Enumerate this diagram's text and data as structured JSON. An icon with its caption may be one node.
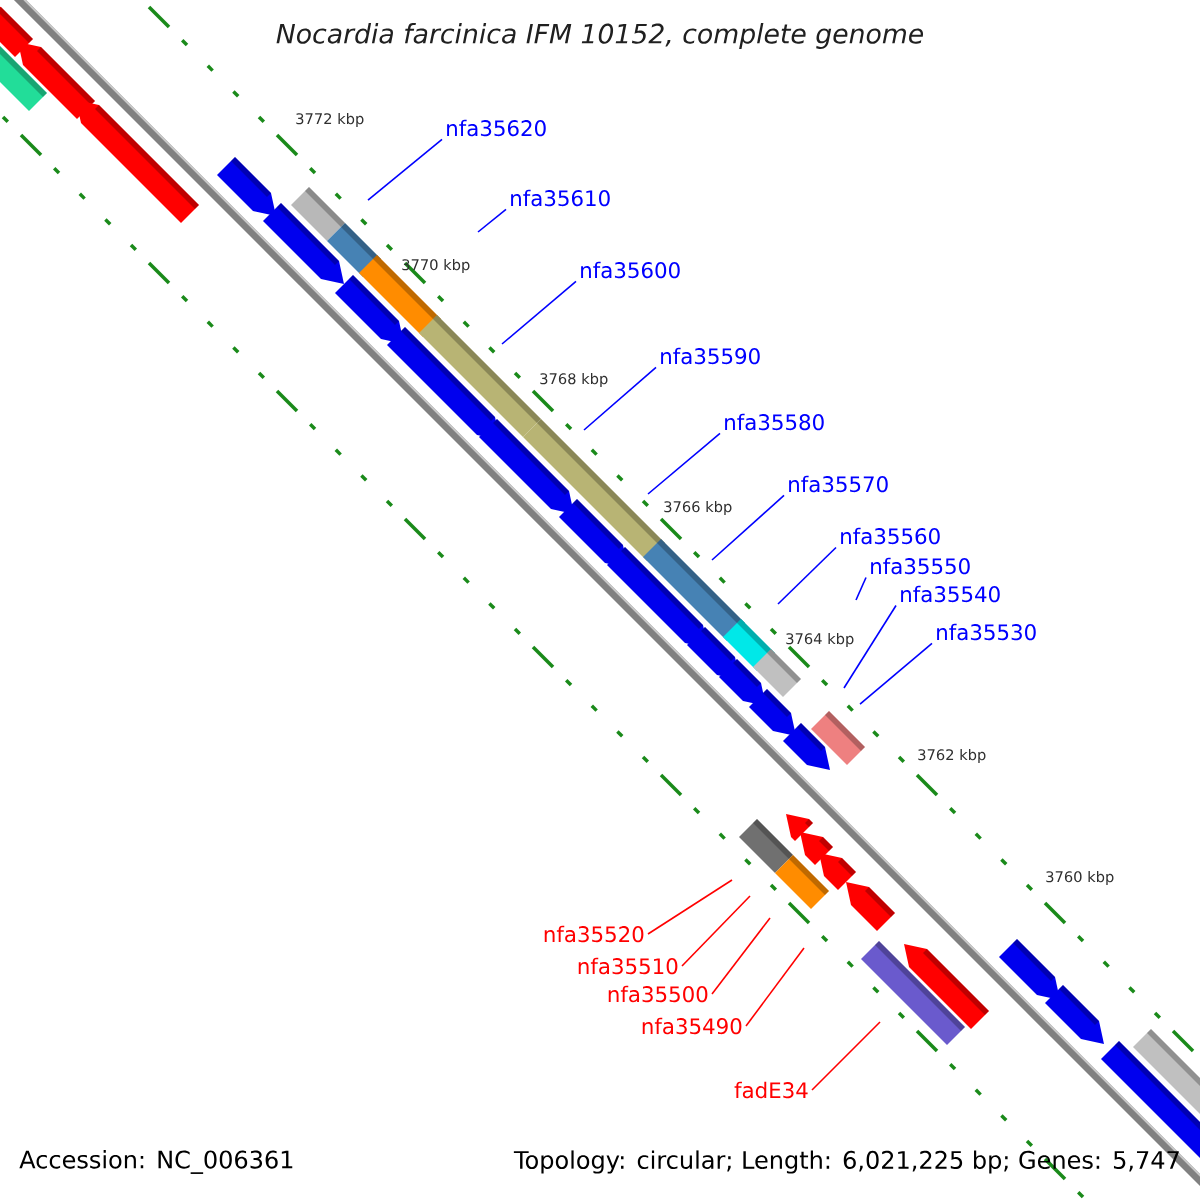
{
  "diagram": {
    "title": "Nocardia farcinica IFM 10152, complete genome",
    "nodes": [
      {
        "text": [
          "nfa35620"
        ]
      },
      {
        "text": [
          "nfa35610"
        ]
      },
      {
        "text": [
          "nfa35600"
        ]
      },
      {
        "text": [
          "nfa35590"
        ]
      },
      {
        "text": [
          "nfa35580"
        ]
      },
      {
        "text": [
          "nfa35570"
        ]
      },
      {
        "text": [
          "nfa35560"
        ]
      },
      {
        "text": [
          "nfa35550"
        ]
      },
      {
        "text": [
          "nfa35540"
        ]
      },
      {
        "text": [
          "nfa35530"
        ]
      },
      {
        "text": [
          "nfa35520"
        ]
      },
      {
        "text": [
          "nfa35510"
        ]
      },
      {
        "text": [
          "nfa35500"
        ]
      },
      {
        "text": [
          "nfa35490"
        ]
      },
      {
        "text": [
          "fadE34"
        ]
      }
    ],
    "edges": [
      {
        "from": 0,
        "to": null,
        "arrow": "none"
      },
      {
        "from": 1,
        "to": null,
        "arrow": "none"
      },
      {
        "from": 2,
        "to": null,
        "arrow": "none"
      },
      {
        "from": 3,
        "to": null,
        "arrow": "none"
      },
      {
        "from": 4,
        "to": null,
        "arrow": "none"
      },
      {
        "from": 5,
        "to": null,
        "arrow": "none"
      },
      {
        "from": 6,
        "to": null,
        "arrow": "none"
      },
      {
        "from": 7,
        "to": null,
        "arrow": "none"
      },
      {
        "from": 8,
        "to": null,
        "arrow": "none"
      },
      {
        "from": 9,
        "to": null,
        "arrow": "none"
      },
      {
        "from": 10,
        "to": null,
        "arrow": "none",
        "color": "#ff0000"
      },
      {
        "from": 11,
        "to": null,
        "arrow": "none",
        "color": "#ff0000"
      },
      {
        "from": 12,
        "to": null,
        "arrow": "none",
        "color": "#ff0000"
      },
      {
        "from": 13,
        "to": null,
        "arrow": "none",
        "color": "#ff0000"
      },
      {
        "from": 14,
        "to": null,
        "arrow": "none",
        "color": "#ff0000"
      }
    ],
    "labels": [
      "3772 kbp",
      "3770 kbp",
      "3768 kbp",
      "3766 kbp",
      "3764 kbp",
      "3762 kbp",
      "3760 kbp",
      "Accession: NC_006361",
      "Topology: circular; Length: 6,021,225 bp; Genes: 5,747"
    ]
  }
}
